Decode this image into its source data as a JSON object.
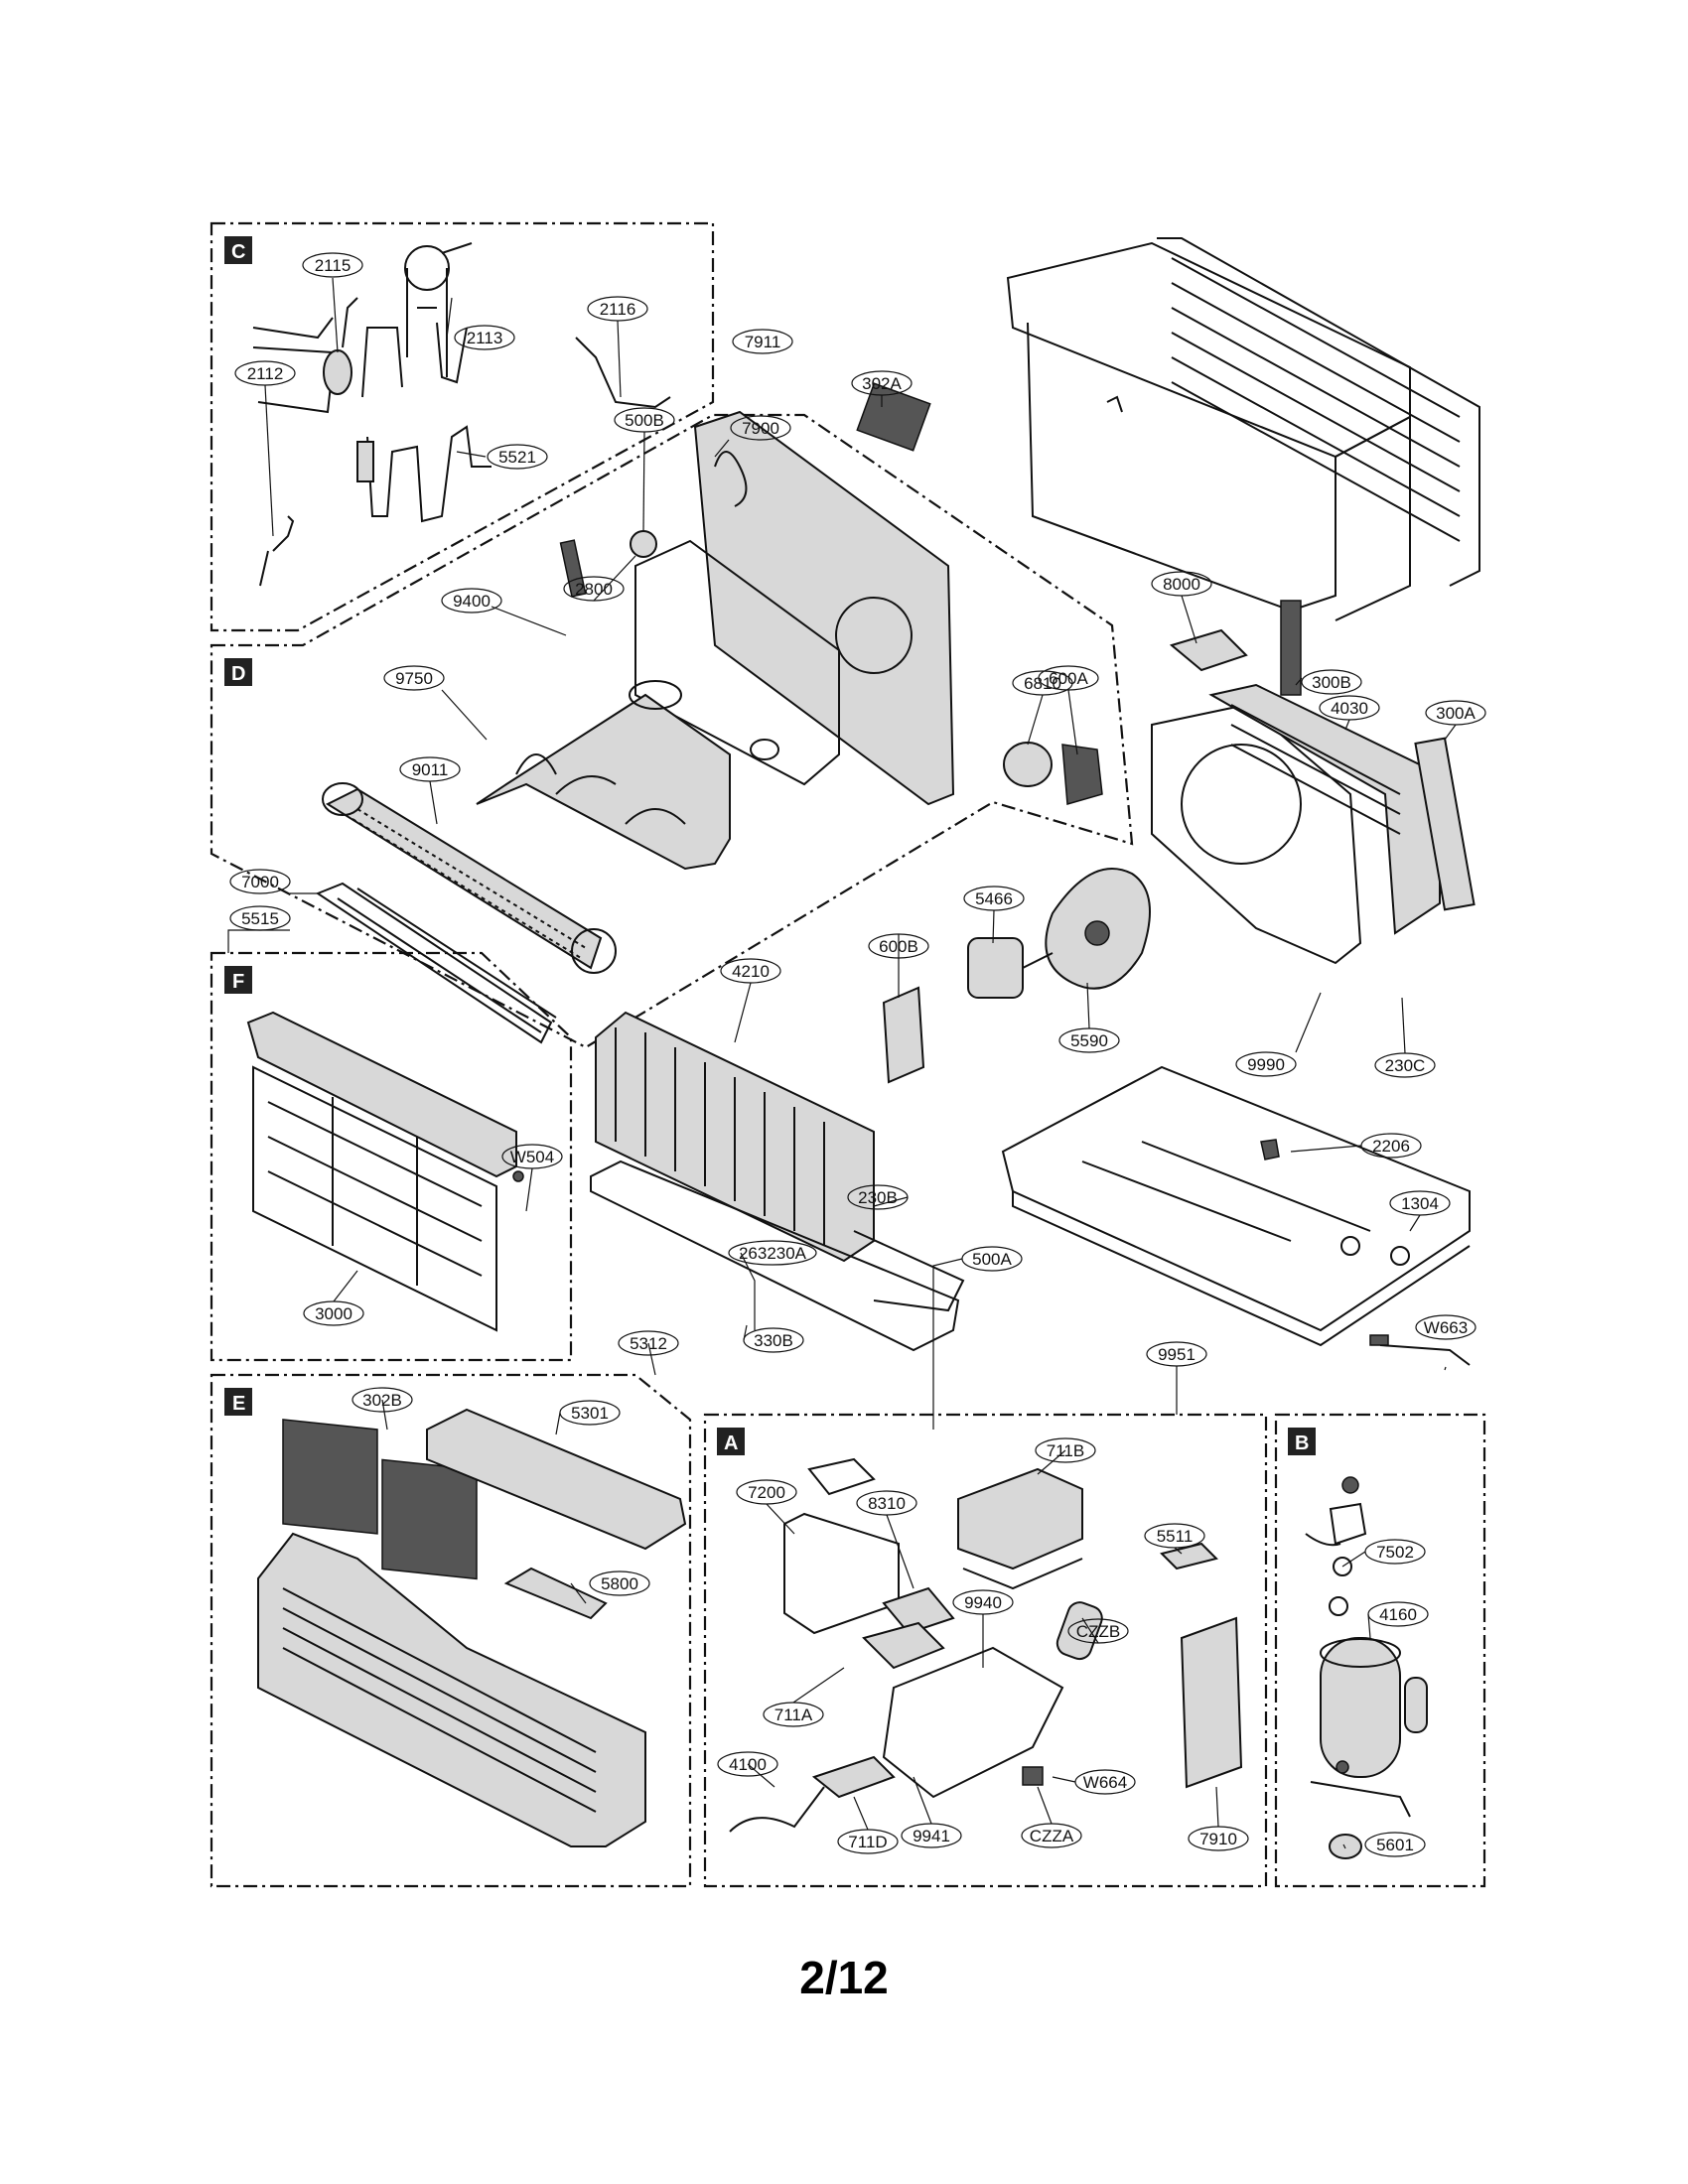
{
  "sections": {
    "C": "C",
    "D": "D",
    "F": "F",
    "E": "E",
    "A": "A",
    "B": "B"
  },
  "labels": {
    "l2115": "2115",
    "l2113": "2113",
    "l2116": "2116",
    "l7911": "7911",
    "l5521": "5521",
    "l2112": "2112",
    "l500B": "500B",
    "l7900": "7900",
    "l302A": "302A",
    "l2800": "2800",
    "l9400": "9400",
    "l8000": "8000",
    "l600A": "600A",
    "l300B": "300B",
    "l6810": "6810",
    "l9750": "9750",
    "l4030": "4030",
    "l300A": "300A",
    "l9011": "9011",
    "l7000": "7000",
    "l5466": "5466",
    "l5515": "5515",
    "l600B": "600B",
    "l5590": "5590",
    "l9990": "9990",
    "l230C": "230C",
    "l4210": "4210",
    "l2206": "2206",
    "lW504": "W504",
    "l230B": "230B",
    "l1304": "1304",
    "l263230A": "263230A",
    "l500A": "500A",
    "l3000": "3000",
    "l330B": "330B",
    "lW663": "W663",
    "l5312": "5312",
    "l9951": "9951",
    "l302B": "302B",
    "l5301": "5301",
    "l711B": "711B",
    "l7200": "7200",
    "l8310": "8310",
    "l7502": "7502",
    "l5511": "5511",
    "l5800": "5800",
    "l4160": "4160",
    "l9940": "9940",
    "lCZZB": "CZZB",
    "l711A": "711A",
    "l4100": "4100",
    "lW664": "W664",
    "l711D": "711D",
    "l9941": "9941",
    "lCZZA": "CZZA",
    "l7910": "7910",
    "l5601": "5601"
  },
  "page_number": "2/12"
}
